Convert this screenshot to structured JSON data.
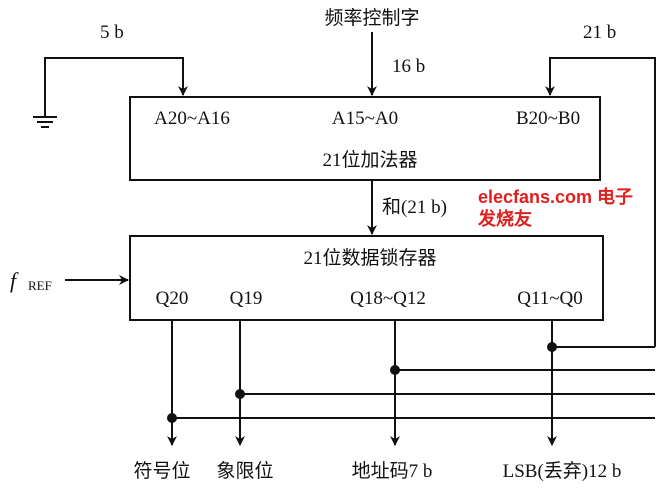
{
  "title": "频率控制字",
  "inputs": {
    "ground_bits": "5 b",
    "freq_bits": "16 b",
    "feedback_bits": "21 b",
    "clock": "f",
    "clock_sub": "REF"
  },
  "adder": {
    "label": "21位加法器",
    "ports": [
      "A20~A16",
      "A15~A0",
      "B20~B0"
    ]
  },
  "sum_label": "和(21 b)",
  "latch": {
    "label": "21位数据锁存器",
    "ports": [
      "Q20",
      "Q19",
      "Q18~Q12",
      "Q11~Q0"
    ]
  },
  "outputs": [
    "符号位",
    "象限位",
    "地址码7 b",
    "LSB(丢弃)12 b"
  ],
  "watermark": "elecfans.com 电子发烧友"
}
